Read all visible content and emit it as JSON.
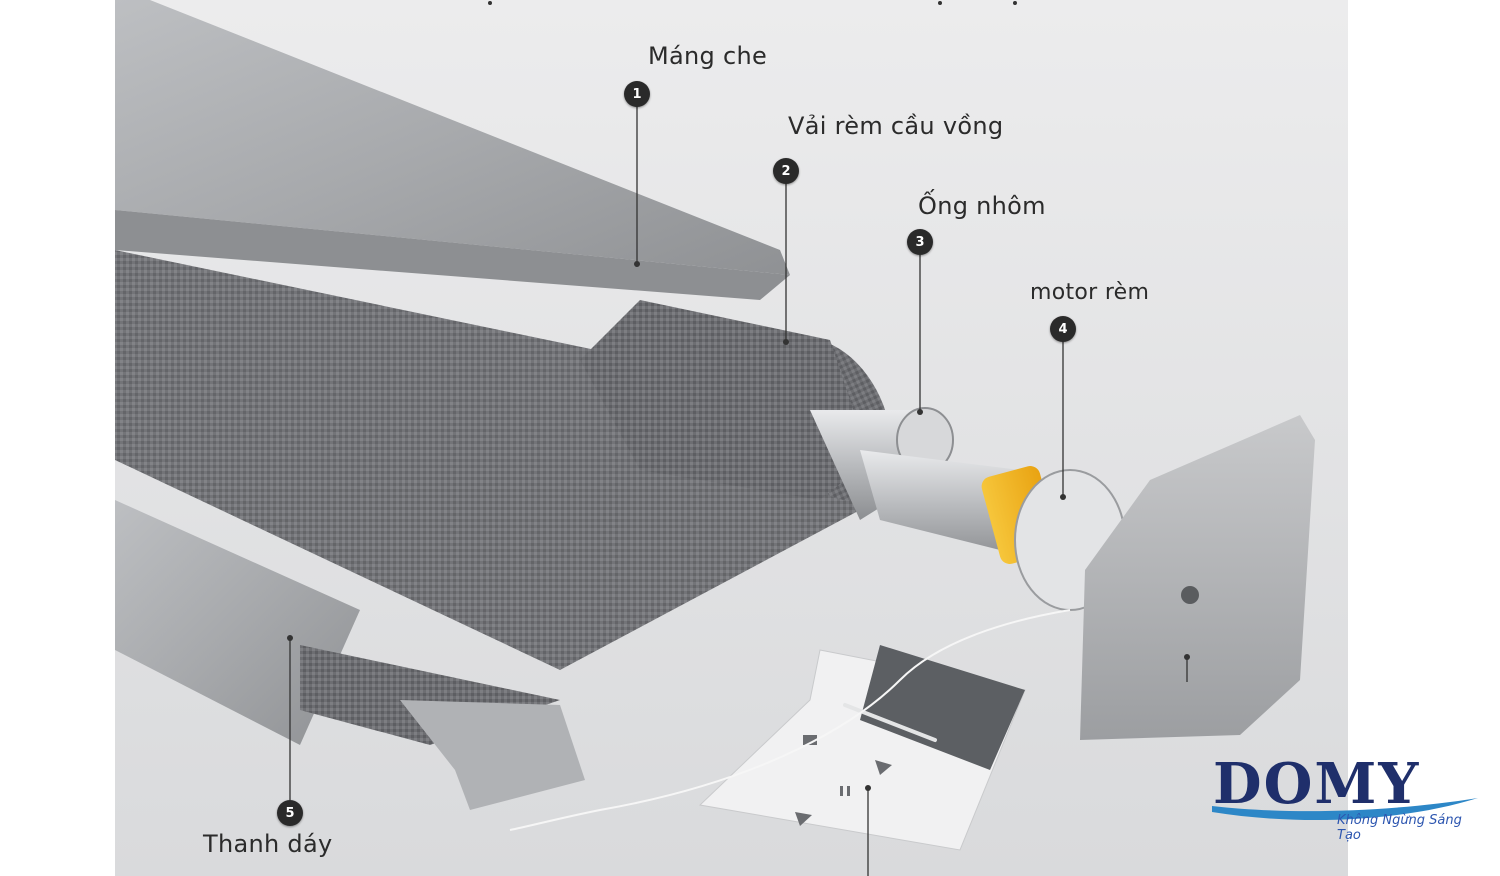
{
  "labels": {
    "part1": "Máng che",
    "part2": "Vải rèm cầu vồng",
    "part3": "Ống nhôm",
    "part4": "motor rèm",
    "part5": "Thanh dáy"
  },
  "badges": {
    "b1": "1",
    "b2": "2",
    "b3": "3",
    "b4": "4",
    "b5": "5"
  },
  "logo": {
    "wordmark": "DOMY",
    "tagline": "Không Ngừng Sáng Tạo"
  },
  "colors": {
    "brand_navy": "#1f2f6b",
    "brand_blue": "#2d56b0",
    "motor_yellow": "#f2b21c"
  },
  "icons": [
    "pause-icon",
    "play-icon",
    "up-icon",
    "down-icon"
  ]
}
